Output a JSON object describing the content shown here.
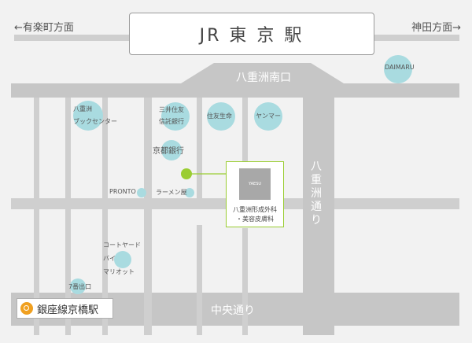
{
  "station": {
    "title": "JR 東 京 駅"
  },
  "directions": {
    "left": "←有楽町方面",
    "right": "神田方面→"
  },
  "roads": {
    "yaesu_south_exit": "八重洲南口",
    "yaesu_street": "八重洲通り",
    "chuo_street": "中央通り"
  },
  "landmarks": {
    "daimaru": "DAIMARU",
    "yaesu_book_center": [
      "八重洲",
      "ブックセンター"
    ],
    "mitsui_sumitomo": [
      "三井住友",
      "信託銀行"
    ],
    "sumitomo_life": "住友生命",
    "yanmar": "ヤンマー",
    "kyoto_bank": "京都銀行",
    "pronto": "PRONTO",
    "ramen": "ラーメン屋",
    "courtyard": [
      "コートヤード",
      "バイ",
      "マリオット"
    ],
    "exit7": "7番出口"
  },
  "clinic": {
    "logo_text": "YAESU",
    "name_line1": "八重洲形成外科",
    "name_line2": "・美容皮膚科"
  },
  "subway": {
    "label": "銀座線京橋駅"
  },
  "colors": {
    "road": "#cfcfcf",
    "landmark": "#a9dbe0",
    "clinic_accent": "#9acd32",
    "subway": "#f0a020"
  }
}
